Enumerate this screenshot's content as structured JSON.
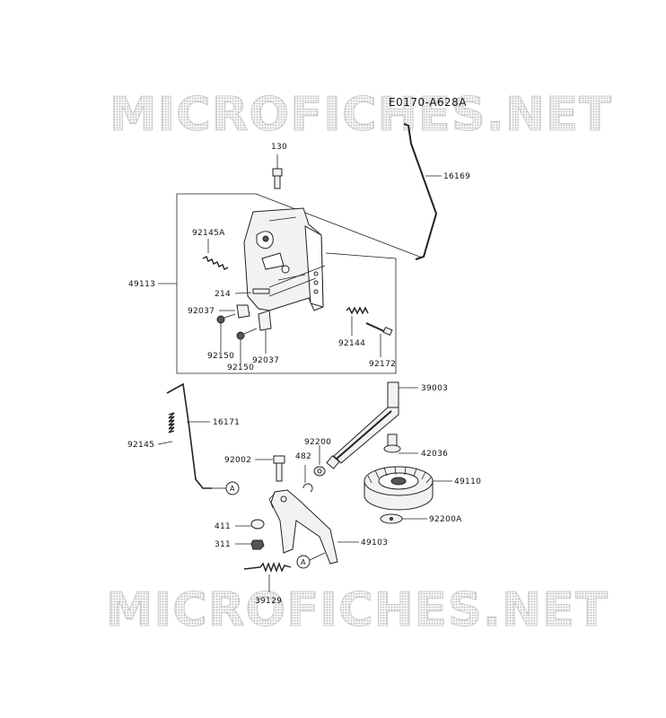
{
  "diagram_code": "E0170-A628A",
  "watermark_text": "MICROFICHES.NET",
  "callout_letter": "A",
  "parts": {
    "p130": "130",
    "p16169": "16169",
    "p92145A": "92145A",
    "p49113": "49113",
    "p214": "214",
    "p92037a": "92037",
    "p92150a": "92150",
    "p92150b": "92150",
    "p92037b": "92037",
    "p92144": "92144",
    "p92172": "92172",
    "p39003": "39003",
    "p16171": "16171",
    "p92145": "92145",
    "p92200": "92200",
    "p42036": "42036",
    "p92002": "92002",
    "p482": "482",
    "p49110": "49110",
    "p92200A": "92200A",
    "p411": "411",
    "p311": "311",
    "p49103": "49103",
    "p39129": "39129"
  }
}
